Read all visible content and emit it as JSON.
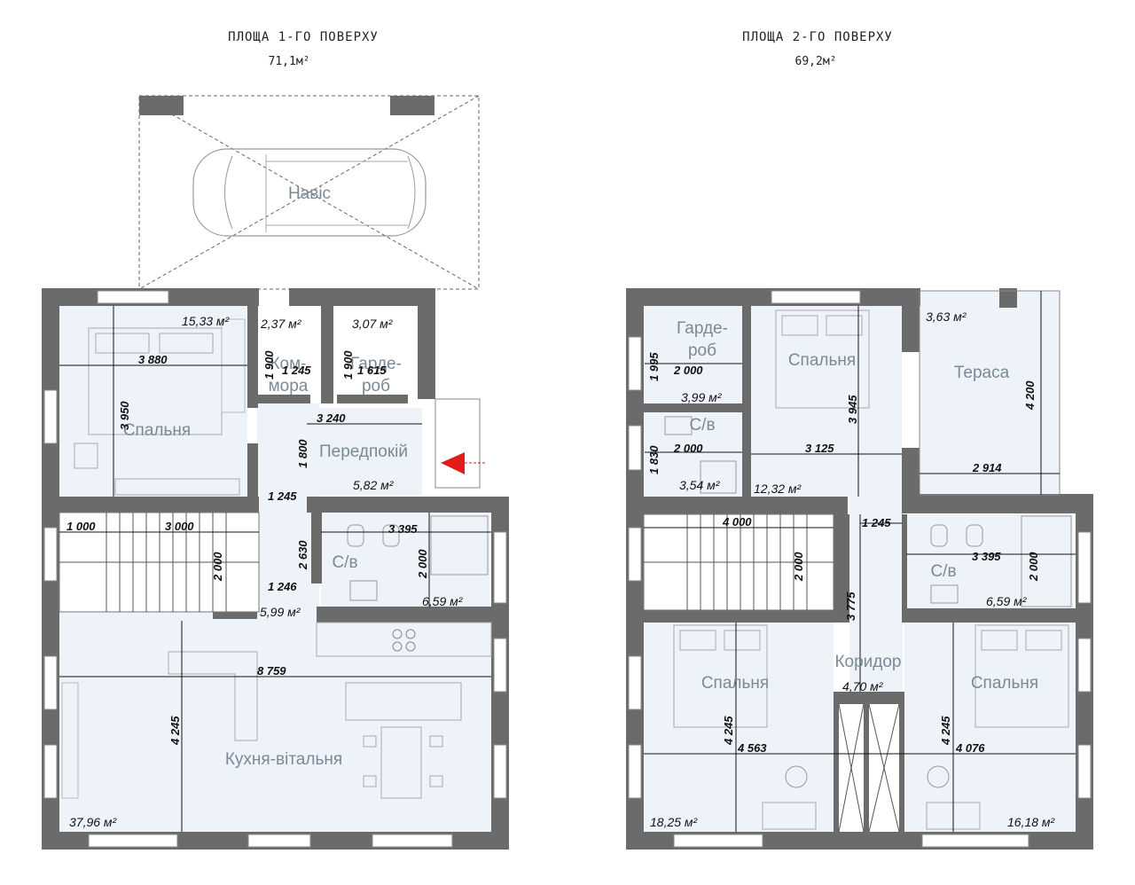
{
  "floor1": {
    "title": "ПЛОЩА 1-ГО ПОВЕРХУ",
    "area": "71,1м²",
    "rooms": {
      "canopy": "Навіс",
      "bedroom": "Спальня",
      "pantry_a": "Ком-",
      "pantry_b": "мора",
      "wardrobe_a": "Гарде-",
      "wardrobe_b": "роб",
      "hall": "Передпокій",
      "bath": "С/в",
      "kitchen": "Кухня-вітальня"
    },
    "areas": {
      "bedroom": "15,33 м²",
      "pantry": "2,37 м²",
      "wardrobe": "3,07 м²",
      "hall": "5,82 м²",
      "corridor": "5,99 м²",
      "bath": "6,59 м²",
      "kitchen": "37,96 м²"
    },
    "dims": {
      "bed_w": "3 880",
      "bed_h": "3 950",
      "pantry_h": "1 900",
      "pantry_w": "1 245",
      "ward_h": "1 900",
      "ward_w": "1 615",
      "hall_w": "3 240",
      "hall_h": "1 800",
      "corr_w1": "1 245",
      "corr_h": "2 630",
      "corr_w2": "1 246",
      "stair_a": "1 000",
      "stair_b": "3 000",
      "stair_h": "2 000",
      "bath_w": "3 395",
      "bath_h": "2 000",
      "kit_w": "8 759",
      "kit_h": "4 245"
    }
  },
  "floor2": {
    "title": "ПЛОЩА 2-ГО ПОВЕРХУ",
    "area": "69,2м²",
    "rooms": {
      "wardrobe_a": "Гарде-",
      "wardrobe_b": "роб",
      "bedroom_top": "Спальня",
      "terrace": "Тераса",
      "wc": "С/в",
      "bath": "С/в",
      "corridor": "Коридор",
      "bedroom_left": "Спальня",
      "bedroom_right": "Спальня"
    },
    "areas": {
      "terrace": "3,63 м²",
      "wardrobe": "3,99 м²",
      "wc": "3,54 м²",
      "bedroom_top": "12,32 м²",
      "bath": "6,59 м²",
      "corridor": "4,70 м²",
      "bedroom_left": "18,25 м²",
      "bedroom_right": "16,18 м²"
    },
    "dims": {
      "ward_h": "1 995",
      "ward_w": "2 000",
      "wc_h": "1 830",
      "wc_w": "2 000",
      "bed_h": "3 945",
      "bed_w": "3 125",
      "ter_h": "4 200",
      "ter_w": "2 914",
      "stair_w": "4 000",
      "stair_h": "2 000",
      "corr_w": "1 245",
      "corr_h": "3 775",
      "bath_w": "3 395",
      "bath_h": "2 000",
      "bl_h": "4 245",
      "bl_w": "4 563",
      "br_h": "4 245",
      "br_w": "4 076"
    }
  }
}
